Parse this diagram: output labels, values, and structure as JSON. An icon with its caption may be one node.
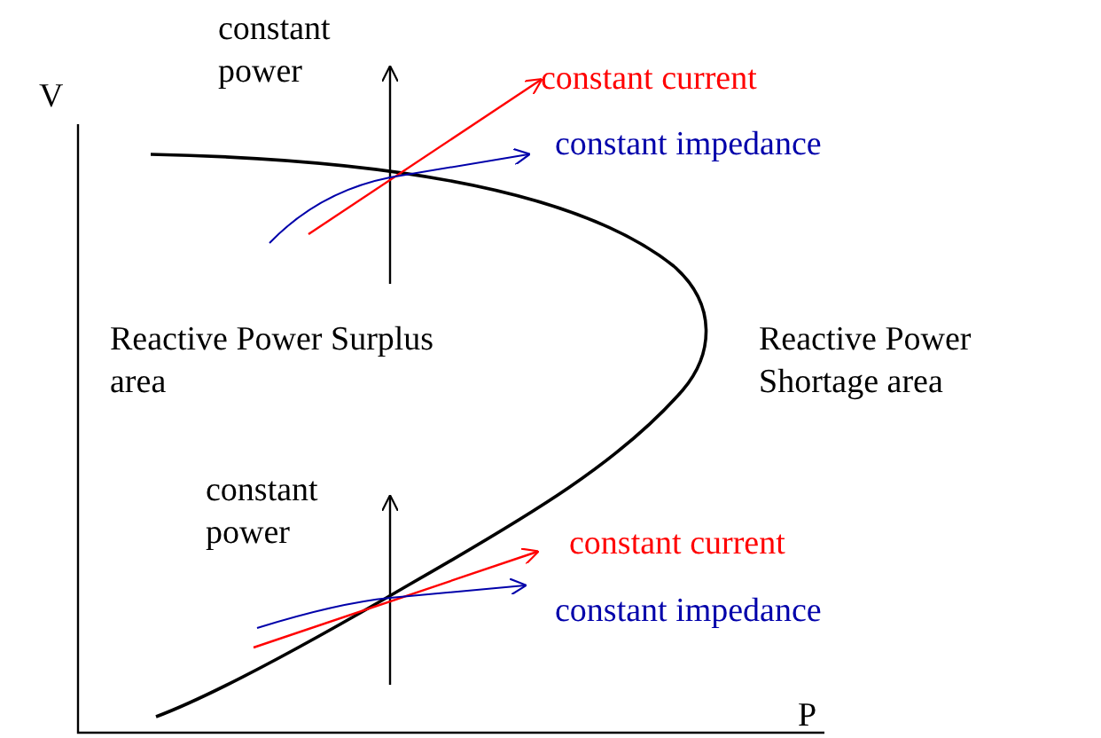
{
  "diagram": {
    "labels": [
      "constant power",
      "V",
      "constant current",
      "constant impedance",
      "Reactive Power Surplus area",
      "Reactive Power Shortage area",
      "constant power",
      "constant current",
      "constant impedance",
      "P"
    ]
  }
}
